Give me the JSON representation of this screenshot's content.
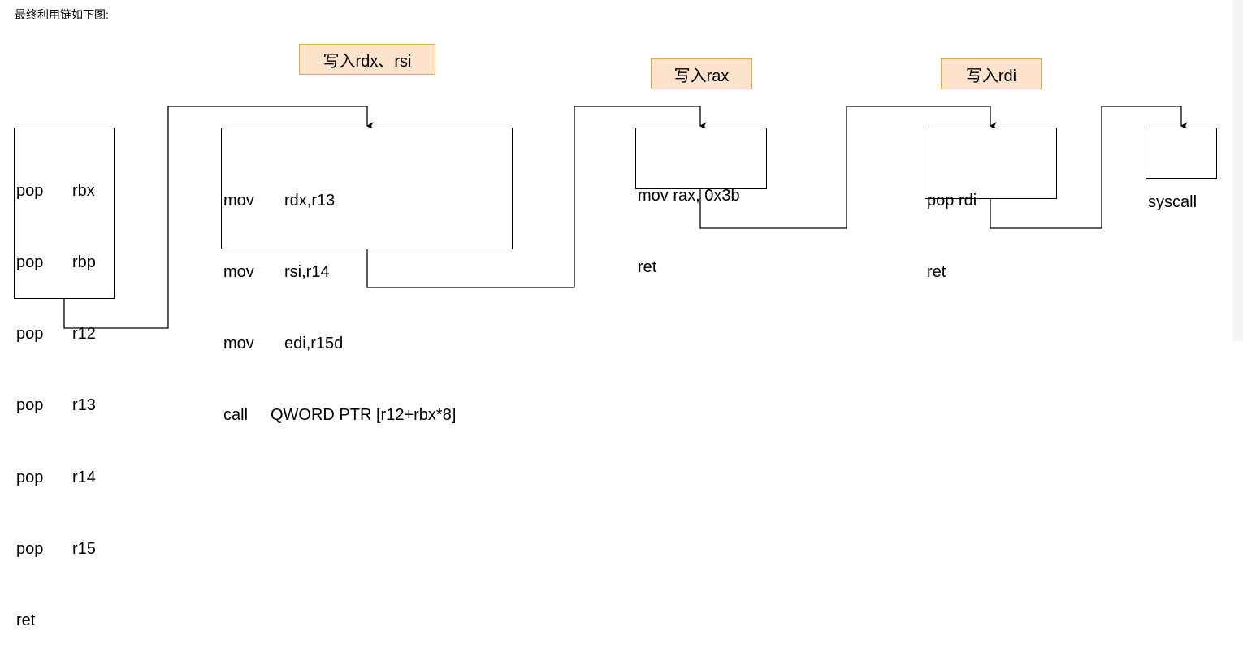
{
  "intro_text": "最终利用链如下图:",
  "gadgets": [
    {
      "lines": [
        [
          "pop",
          "rbx"
        ],
        [
          "pop",
          "rbp"
        ],
        [
          "pop",
          "r12"
        ],
        [
          "pop",
          "r13"
        ],
        [
          "pop",
          "r14"
        ],
        [
          "pop",
          "r15"
        ],
        [
          "ret",
          ""
        ]
      ]
    },
    {
      "lines": [
        [
          "mov",
          "rdx,r13"
        ],
        [
          "mov",
          "rsi,r14"
        ],
        [
          "mov",
          "edi,r15d"
        ],
        [
          "call",
          "QWORD PTR [r12+rbx*8]"
        ]
      ]
    },
    {
      "lines": [
        [
          "mov rax, 0x3b",
          ""
        ],
        [
          "ret",
          ""
        ]
      ]
    },
    {
      "lines": [
        [
          "pop rdi",
          ""
        ],
        [
          "ret",
          ""
        ]
      ]
    },
    {
      "lines": [
        [
          "syscall",
          ""
        ]
      ]
    }
  ],
  "labels": [
    "写入rdx、rsi",
    "写入rax",
    "写入rdi"
  ],
  "colors": {
    "label_fill": "#fde3cb",
    "label_border": "#e6ad3a",
    "line": "#000000"
  }
}
